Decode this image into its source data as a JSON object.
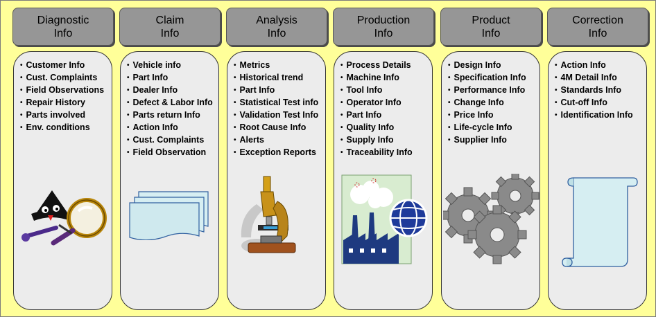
{
  "columns": [
    {
      "title_line1": "Diagnostic",
      "title_line2": "Info",
      "items": [
        "Customer Info",
        "Cust. Complaints",
        "Field Observations",
        "Repair History",
        "Parts involved",
        "Env. conditions"
      ],
      "icon": "detective-magnifier-icon"
    },
    {
      "title_line1": "Claim",
      "title_line2": "Info",
      "items": [
        "Vehicle info",
        "Part Info",
        "Dealer Info",
        "Defect & Labor Info",
        "Parts return Info",
        "Action Info",
        "Cust. Complaints",
        "Field Observation"
      ],
      "icon": "documents-stack-icon"
    },
    {
      "title_line1": "Analysis",
      "title_line2": "Info",
      "items": [
        "Metrics",
        "Historical trend",
        "Part Info",
        "Statistical Test info",
        "Validation Test Info",
        "Root Cause Info",
        "Alerts",
        "Exception Reports"
      ],
      "icon": "microscope-icon"
    },
    {
      "title_line1": "Production",
      "title_line2": "Info",
      "items": [
        "Process Details",
        "Machine Info",
        "Tool Info",
        "Operator Info",
        "Part Info",
        "Quality Info",
        "Supply Info",
        "Traceability Info"
      ],
      "icon": "factory-globe-icon"
    },
    {
      "title_line1": "Product",
      "title_line2": "Info",
      "items": [
        "Design Info",
        "Specification Info",
        "Performance Info",
        "Change Info",
        "Price Info",
        "Life-cycle Info",
        "Supplier Info"
      ],
      "icon": "gears-icon"
    },
    {
      "title_line1": "Correction",
      "title_line2": "Info",
      "items": [
        "Action Info",
        "4M Detail Info",
        "Standards Info",
        "Cut-off Info",
        "Identification Info"
      ],
      "icon": "scroll-icon"
    }
  ],
  "colors": {
    "background": "#ffff99",
    "header": "#969696",
    "card": "#ececec"
  }
}
